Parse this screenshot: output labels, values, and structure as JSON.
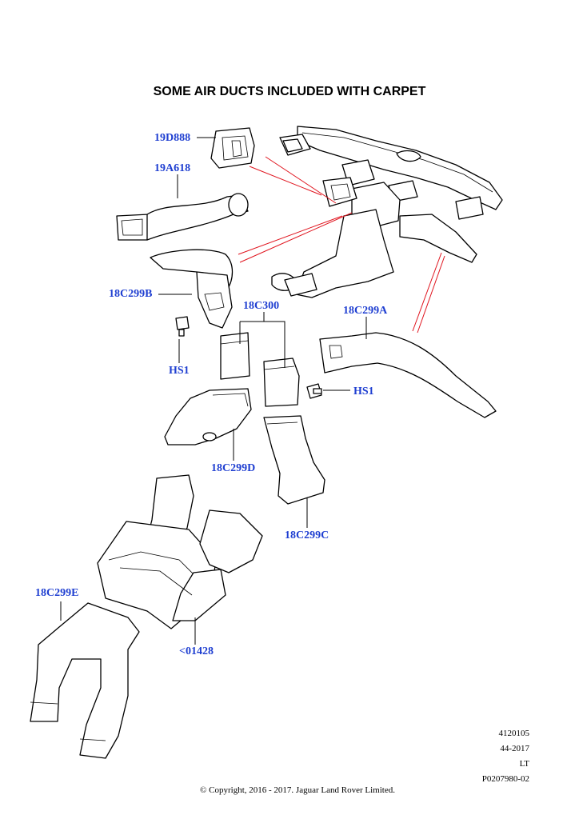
{
  "title": "SOME AIR DUCTS INCLUDED WITH CARPET",
  "colors": {
    "label": "#1f3fd1",
    "pointer": "#e0141e",
    "linework": "#000000"
  },
  "labels": {
    "p19D888": "19D888",
    "p19A618": "19A618",
    "p18C299B": "18C299B",
    "p18C300": "18C300",
    "p18C299A": "18C299A",
    "hs1_left": "HS1",
    "hs1_right": "HS1",
    "p18C299D": "18C299D",
    "p18C299C": "18C299C",
    "p18C299E": "18C299E",
    "p01428": "<01428"
  },
  "meta": [
    "4120105",
    "44-2017",
    "LT",
    "P0207980-02"
  ],
  "copyright": "© Copyright, 2016 - 2017. Jaguar Land Rover Limited."
}
